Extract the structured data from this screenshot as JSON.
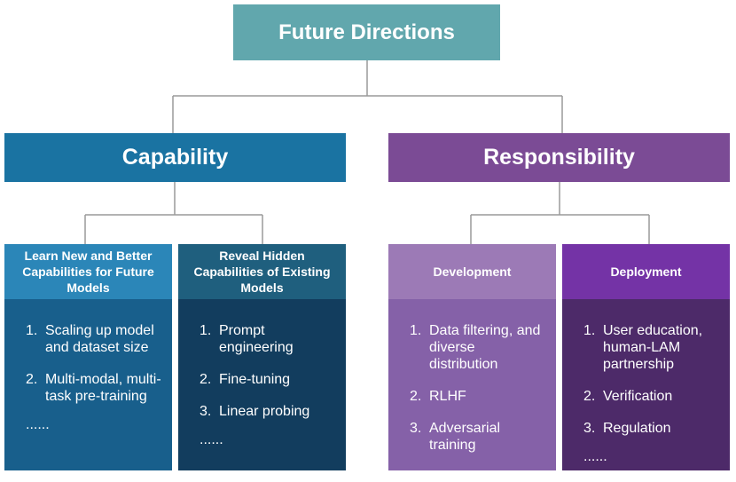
{
  "root": {
    "title": "Future Directions"
  },
  "capability": {
    "title": "Capability",
    "learn": {
      "header": "Learn New and Better Capabilities for Future Models",
      "items": [
        {
          "n": "1.",
          "text": "Scaling up model and dataset size"
        },
        {
          "n": "2.",
          "text": "Multi-modal, multi-task pre-training"
        }
      ],
      "more": "......"
    },
    "reveal": {
      "header": "Reveal Hidden Capabilities of Existing Models",
      "items": [
        {
          "n": "1.",
          "text": "Prompt engineering"
        },
        {
          "n": "2.",
          "text": "Fine-tuning"
        },
        {
          "n": "3.",
          "text": "Linear probing"
        }
      ],
      "more": "......"
    }
  },
  "responsibility": {
    "title": "Responsibility",
    "development": {
      "header": "Development",
      "items": [
        {
          "n": "1.",
          "text": "Data filtering, and diverse distribution"
        },
        {
          "n": "2.",
          "text": "RLHF"
        },
        {
          "n": "3.",
          "text": "Adversarial training"
        }
      ],
      "more": "......"
    },
    "deployment": {
      "header": "Deployment",
      "items": [
        {
          "n": "1.",
          "text": "User education, human-LAM partnership"
        },
        {
          "n": "2.",
          "text": "Verification"
        },
        {
          "n": "3.",
          "text": "Regulation"
        }
      ],
      "more": "......"
    }
  },
  "colors": {
    "root": "#61a7ad",
    "capability": "#1a73a2",
    "capability_learn_header": "#2b86b8",
    "capability_learn_body": "#185f8c",
    "capability_reveal_header": "#1f5f7e",
    "capability_reveal_body": "#123d5e",
    "responsibility": "#7b4b95",
    "development_header": "#9c7ab6",
    "development_body": "#8561a8",
    "deployment_header": "#7433a6",
    "deployment_body": "#4d2a69",
    "connector": "#9a9a9a"
  }
}
